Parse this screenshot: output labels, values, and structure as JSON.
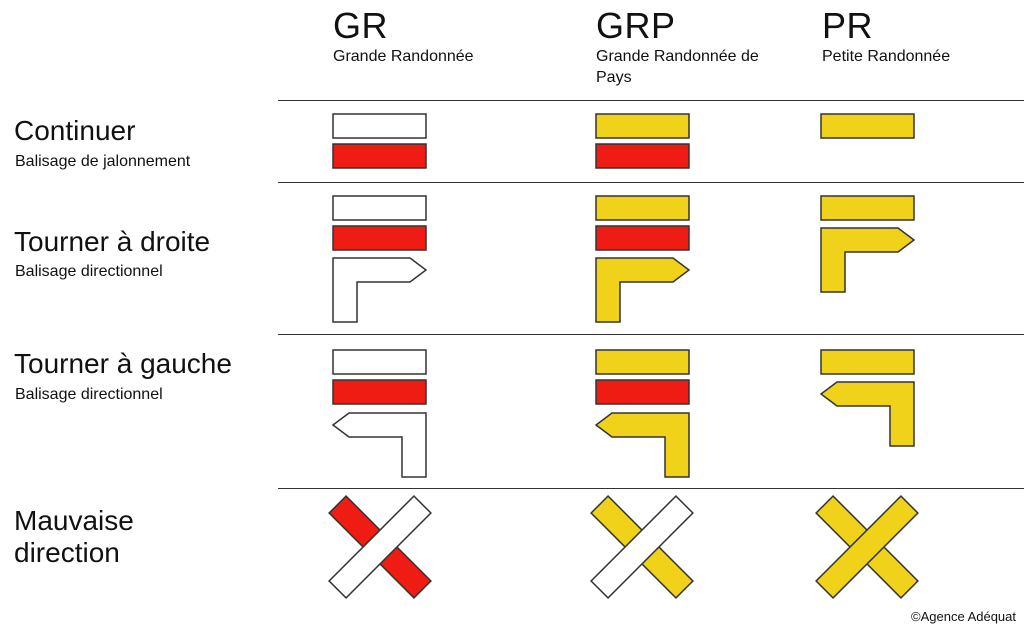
{
  "columns": [
    {
      "code": "GR",
      "name": "Grande Randonnée"
    },
    {
      "code": "GRP",
      "name": "Grande Randonnée de Pays"
    },
    {
      "code": "PR",
      "name": "Petite Randonnée"
    }
  ],
  "rows": [
    {
      "title": "Continuer",
      "subtitle": "Balisage de jalonnement"
    },
    {
      "title": "Tourner à droite",
      "subtitle": "Balisage directionnel"
    },
    {
      "title": "Tourner à gauche",
      "subtitle": "Balisage directionnel"
    },
    {
      "title": "Mauvaise direction",
      "subtitle": ""
    }
  ],
  "colors": {
    "red": "#EE1C13",
    "yellow": "#F0D21A",
    "white": "#FFFFFF",
    "stroke": "#333333"
  },
  "credit": "©Agence Adéquat"
}
